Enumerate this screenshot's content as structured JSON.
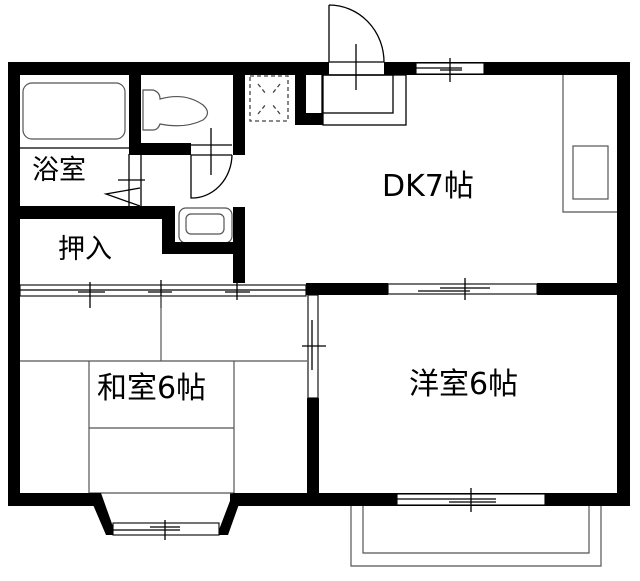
{
  "floor_plan": {
    "rooms": [
      {
        "id": "bathroom",
        "label": "浴室"
      },
      {
        "id": "closet",
        "label": "押入"
      },
      {
        "id": "dining_kitchen",
        "label": "DK7帖"
      },
      {
        "id": "japanese_room",
        "label": "和室6帖"
      },
      {
        "id": "western_room",
        "label": "洋室6帖"
      }
    ],
    "fixtures": [
      "bathtub",
      "toilet",
      "washbasin",
      "washing-machine-space",
      "kitchen-counter",
      "sink",
      "entrance-door",
      "balcony",
      "bay-window"
    ],
    "colors": {
      "wall": "#000000",
      "background": "#ffffff",
      "fixture_line": "#555555"
    }
  }
}
